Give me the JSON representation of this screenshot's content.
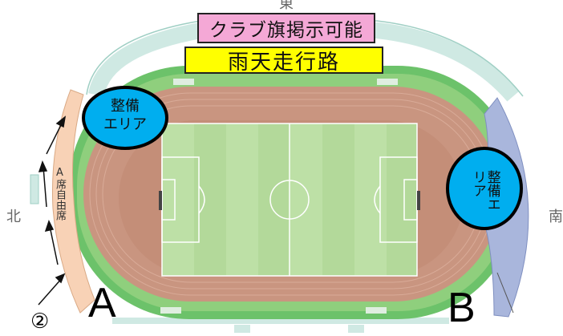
{
  "banners": {
    "club_flag": "クラブ旗掲示可能",
    "rain_route": "雨天走行路"
  },
  "compass": {
    "east": "東",
    "north": "北",
    "south": "南"
  },
  "areas": {
    "maintenance_area_left": "整備\nエリア",
    "maintenance_area_left_line1": "整備",
    "maintenance_area_left_line2": "エリア",
    "maintenance_area_right_line1": "整備",
    "maintenance_area_right_line2": "エリア"
  },
  "seats": {
    "a_free_seat": "A席自由席"
  },
  "markers": {
    "gate_a": "A",
    "gate_b": "B",
    "entry_number": "②"
  },
  "colors": {
    "field_green": "#b3d99a",
    "outer_green": "#6cc26a",
    "track_brown": "#c99580",
    "stand_blue": "#a9b6dc",
    "stand_peach": "#f8d2b6",
    "stand_teal": "#cfe9e3",
    "area_circle": "#00aeef",
    "banner_pink": "#f4a8d6",
    "banner_yellow": "#ffff00"
  }
}
